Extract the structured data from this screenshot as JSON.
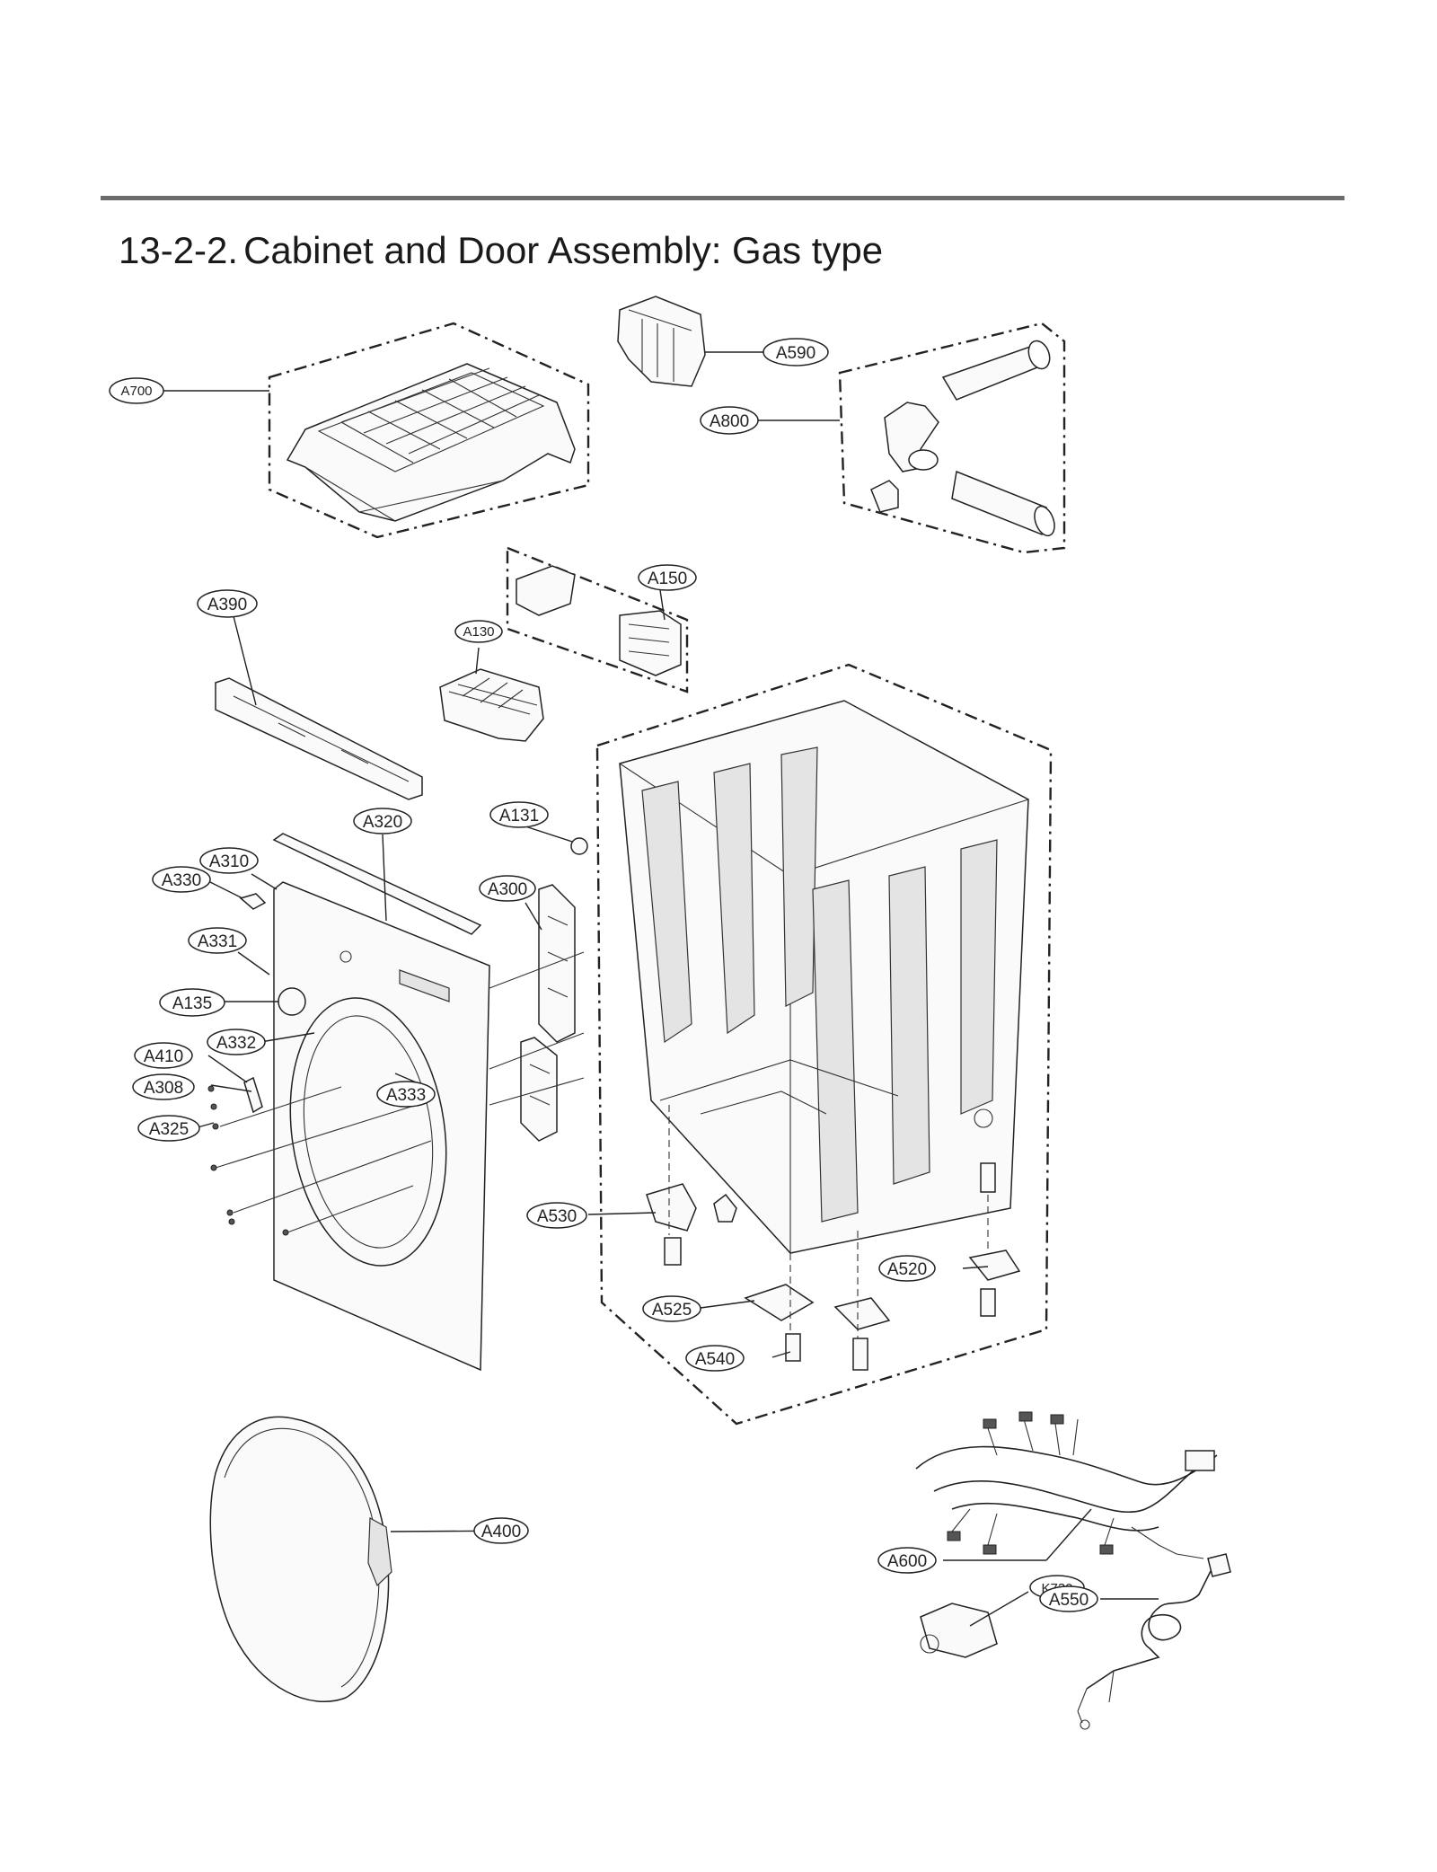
{
  "header": {
    "section_number": "13-2-2.",
    "title": "Cabinet and Door Assembly: Gas type"
  },
  "labels": {
    "A700": "A700",
    "A590": "A590",
    "A800": "A800",
    "A150": "A150",
    "A390": "A390",
    "A130": "A130",
    "A320": "A320",
    "A131": "A131",
    "A310": "A310",
    "A330": "A330",
    "A300": "A300",
    "A331": "A331",
    "A135": "A135",
    "A332": "A332",
    "A410": "A410",
    "A308": "A308",
    "A333": "A333",
    "A325": "A325",
    "A530": "A530",
    "A520": "A520",
    "A525": "A525",
    "A540": "A540",
    "A400": "A400",
    "A600": "A600",
    "K730": "K730",
    "A550": "A550"
  }
}
